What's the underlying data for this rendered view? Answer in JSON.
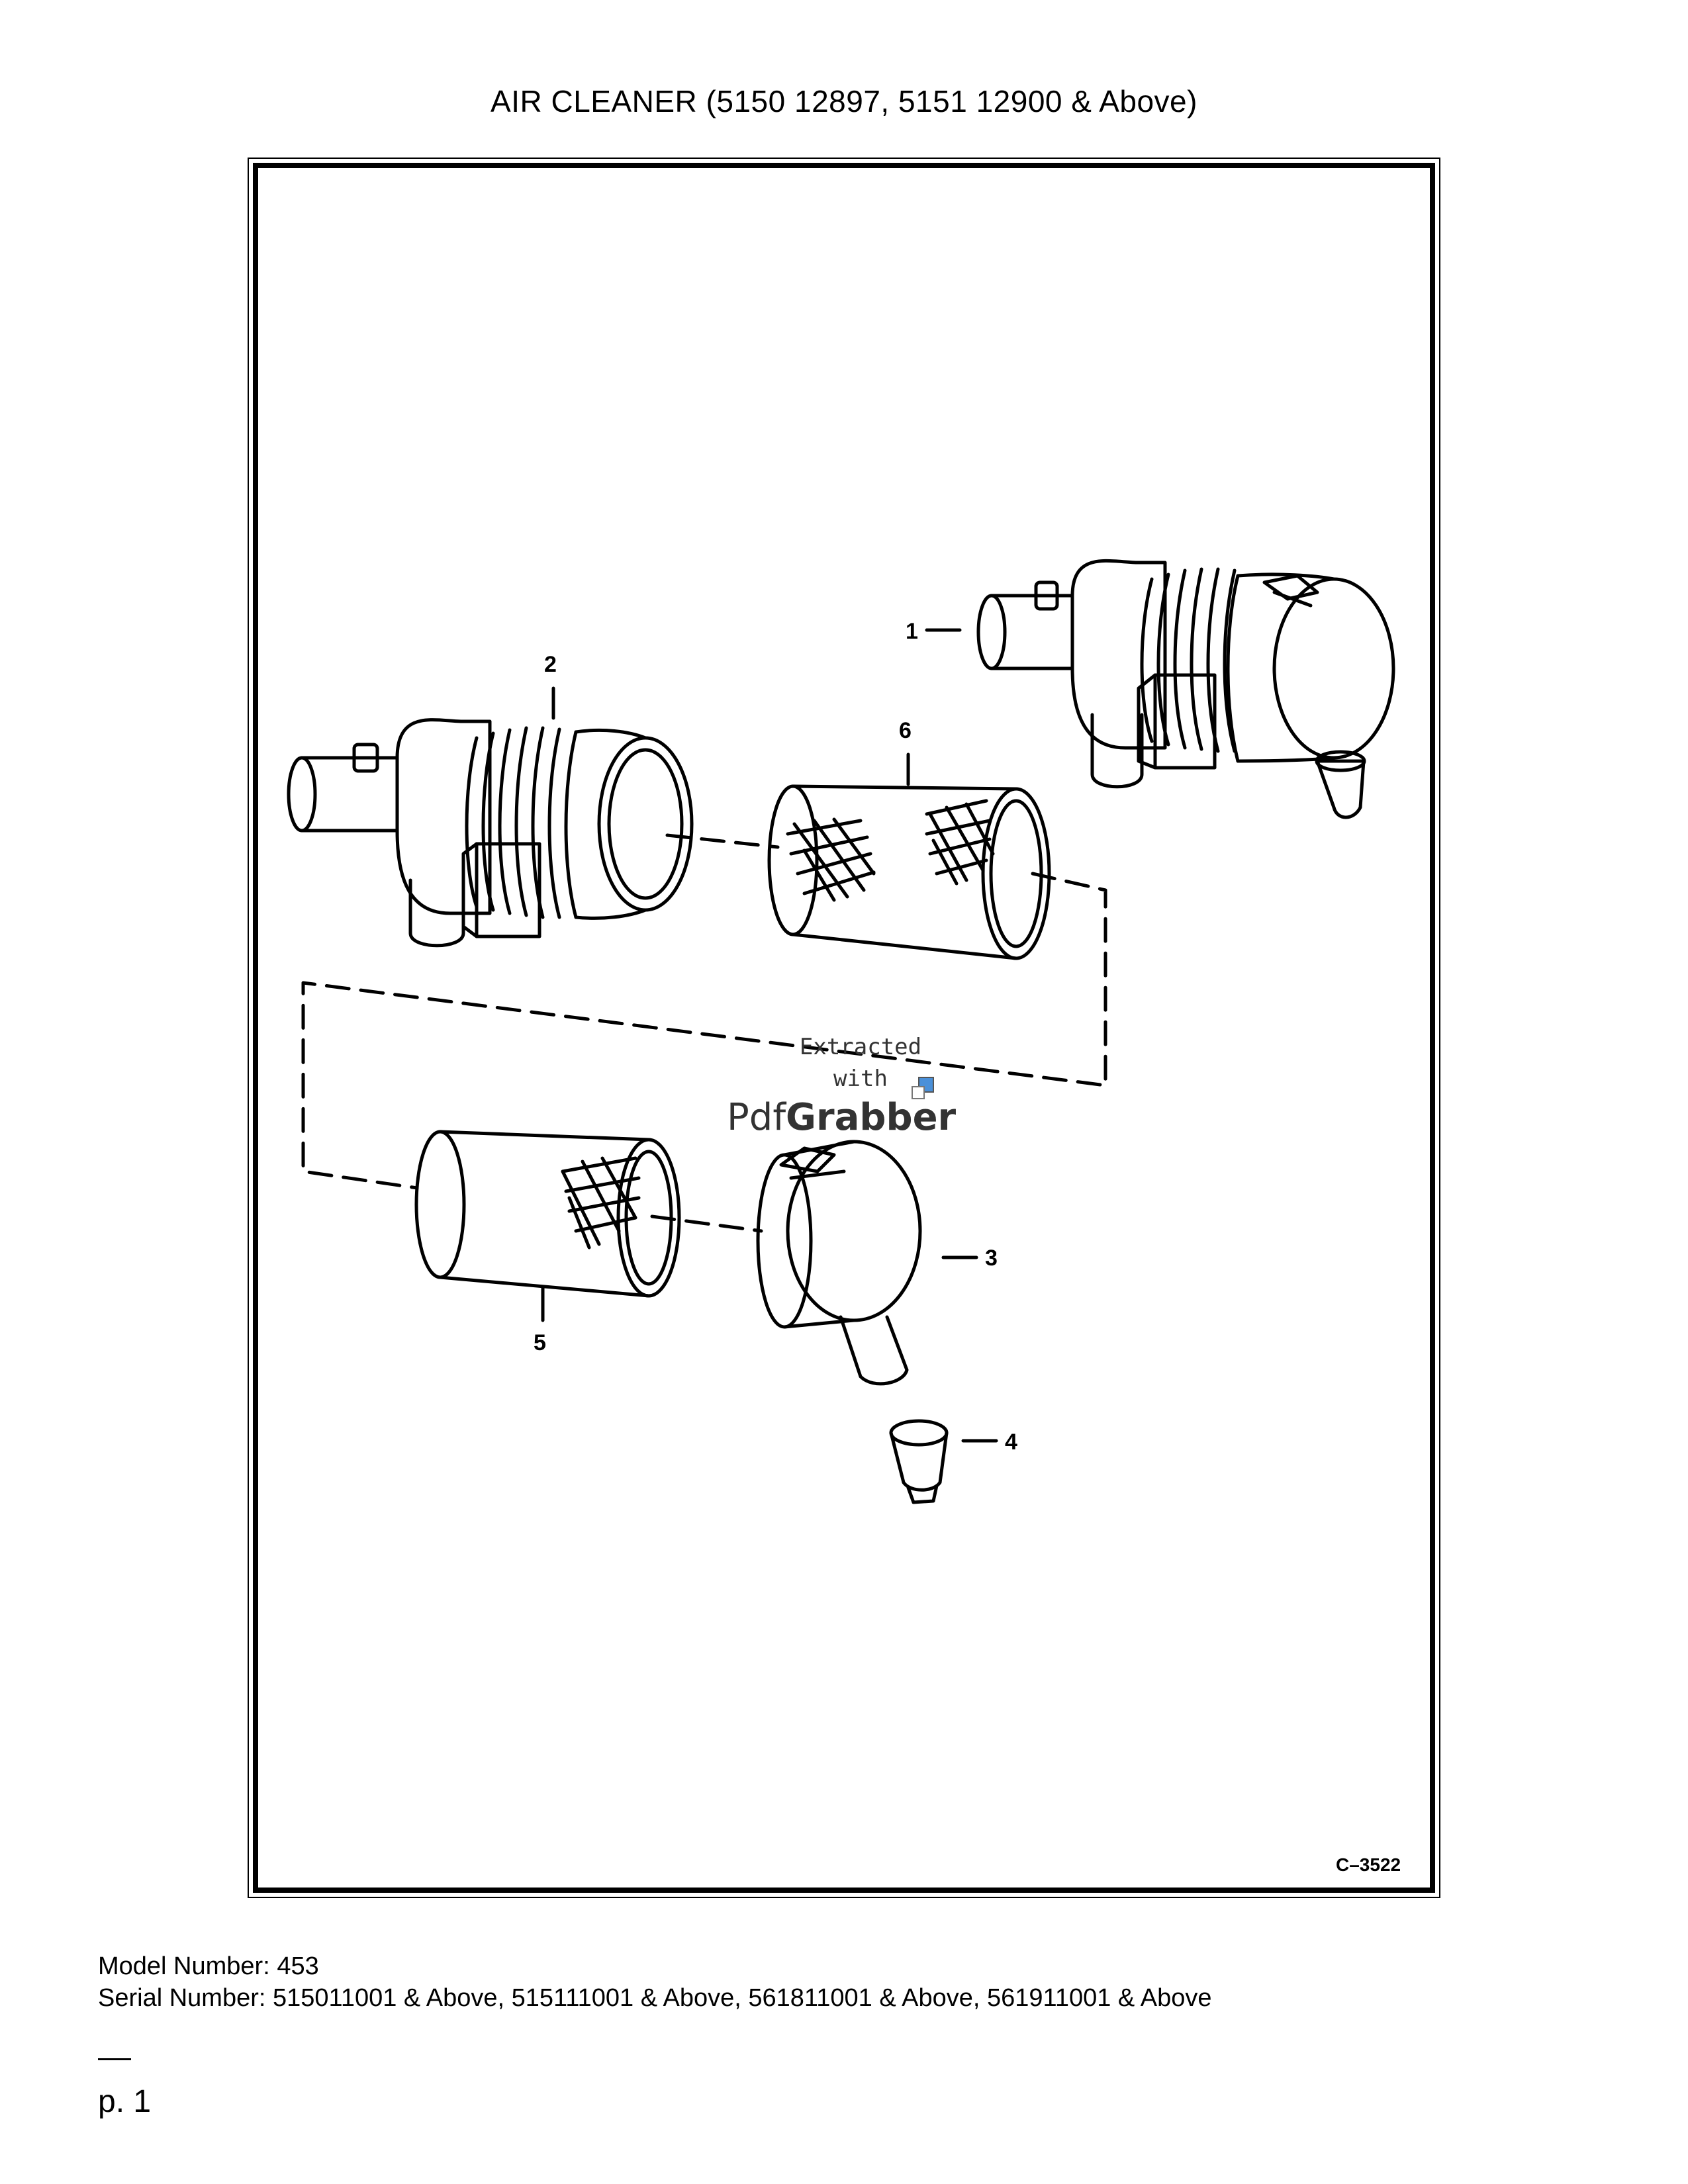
{
  "title": "AIR CLEANER (5150 12897, 5151 12900 & Above)",
  "figure": {
    "code": "C–3522",
    "callouts": [
      "1",
      "2",
      "3",
      "4",
      "5",
      "6"
    ]
  },
  "watermark": {
    "line1": "Extracted",
    "line2": "with",
    "brand_a": "Pdf",
    "brand_b": "Grabber"
  },
  "footer": {
    "model": "Model Number: 453",
    "serial": "Serial Number: 515011001 & Above, 515111001 & Above, 561811001 & Above, 561911001 & Above"
  },
  "page_label": "p. 1"
}
